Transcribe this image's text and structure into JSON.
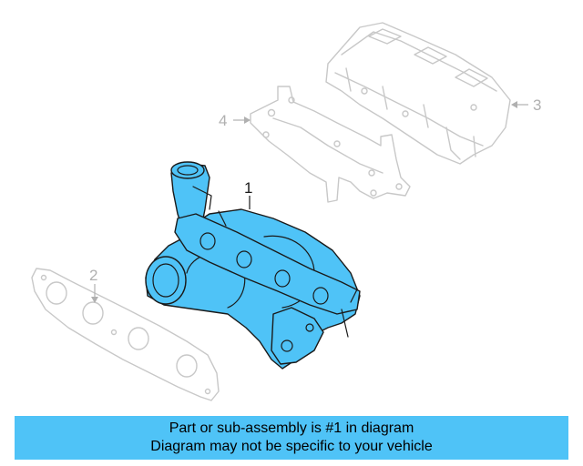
{
  "diagram": {
    "callouts": [
      {
        "id": "1",
        "label": "1"
      },
      {
        "id": "2",
        "label": "2"
      },
      {
        "id": "3",
        "label": "3"
      },
      {
        "id": "4",
        "label": "4"
      }
    ]
  },
  "caption": {
    "line1": "Part or sub-assembly is #1 in diagram",
    "line2": "Diagram may not be specific to your vehicle"
  },
  "colors": {
    "highlight": "#4fc3f7",
    "ghost": "#c8c8c8",
    "outline": "#1a1a1a"
  }
}
